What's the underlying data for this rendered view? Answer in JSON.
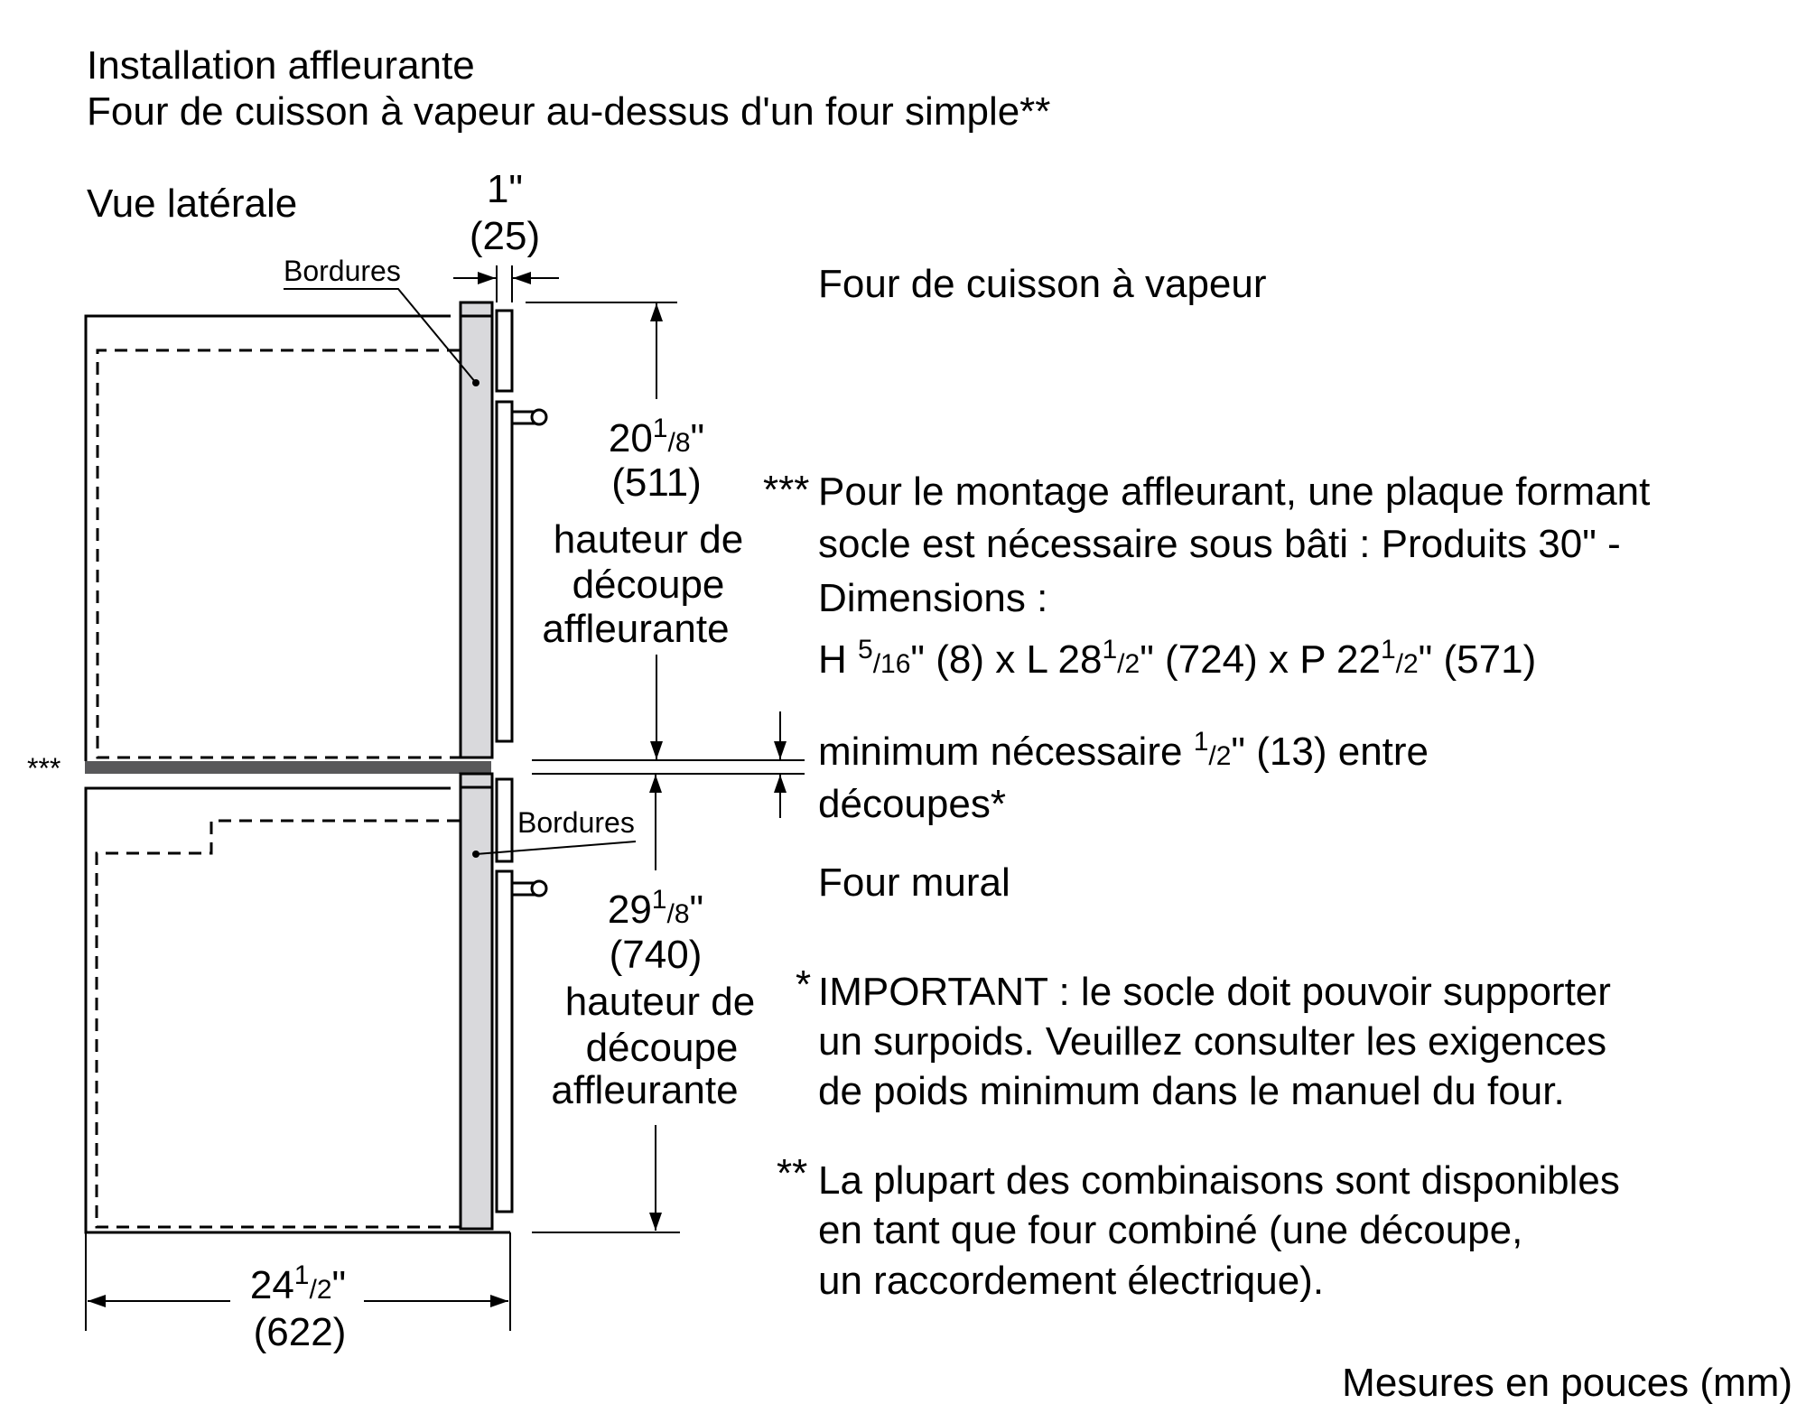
{
  "title": {
    "line1": "Installation affleurante",
    "line2": "Four de cuisson à vapeur au-dessus d'un four simple**"
  },
  "view_label": "Vue latérale",
  "trim_label": "Bordures",
  "shim_marker": "***",
  "dims": {
    "door_offset": {
      "inch": "1\"",
      "mm": "(25)"
    },
    "upper_cutout": {
      "whole": "20",
      "num": "1",
      "den": "/8",
      "suffix": "\"",
      "mm": "(511)",
      "desc": [
        "hauteur de",
        "découpe",
        "affleurante"
      ]
    },
    "lower_cutout": {
      "whole": "29",
      "num": "1",
      "den": "/8",
      "suffix": "\"",
      "mm": "(740)",
      "desc": [
        "hauteur de",
        "découpe",
        "affleurante"
      ]
    },
    "depth": {
      "whole": "24",
      "num": "1",
      "den": "/2",
      "suffix": "\"",
      "mm": "(622)"
    }
  },
  "right": {
    "steam_oven_label": "Four de cuisson à vapeur",
    "note3_marker": "***",
    "note3_lines": [
      "Pour le montage affleurant, une plaque formant",
      "socle est nécessaire sous bâti : Produits 30\" -",
      "Dimensions :"
    ],
    "note3_dims": {
      "h_prefix": "H ",
      "h_num": "5",
      "h_den": "/16",
      "h_rest": "\" (8) x L 28",
      "l_num": "1",
      "l_den": "/2",
      "l_rest": "\" (724) x P 22",
      "p_num": "1",
      "p_den": "/2",
      "p_rest": "\" (571)"
    },
    "gap_line1_a": "minimum nécessaire ",
    "gap_num": "1",
    "gap_den": "/2",
    "gap_line1_b": "\" (13) entre",
    "gap_line2": "découpes*",
    "wall_oven_label": "Four mural",
    "note1_marker": "*",
    "note1_lines": [
      "IMPORTANT : le socle doit pouvoir supporter",
      "un surpoids. Veuillez consulter les exigences",
      "de poids minimum dans le manuel du four."
    ],
    "note2_marker": "**",
    "note2_lines": [
      "La plupart des combinaisons sont disponibles",
      "en tant que four combiné (une découpe,",
      "un raccordement électrique)."
    ],
    "units": "Mesures en pouces (mm)"
  }
}
